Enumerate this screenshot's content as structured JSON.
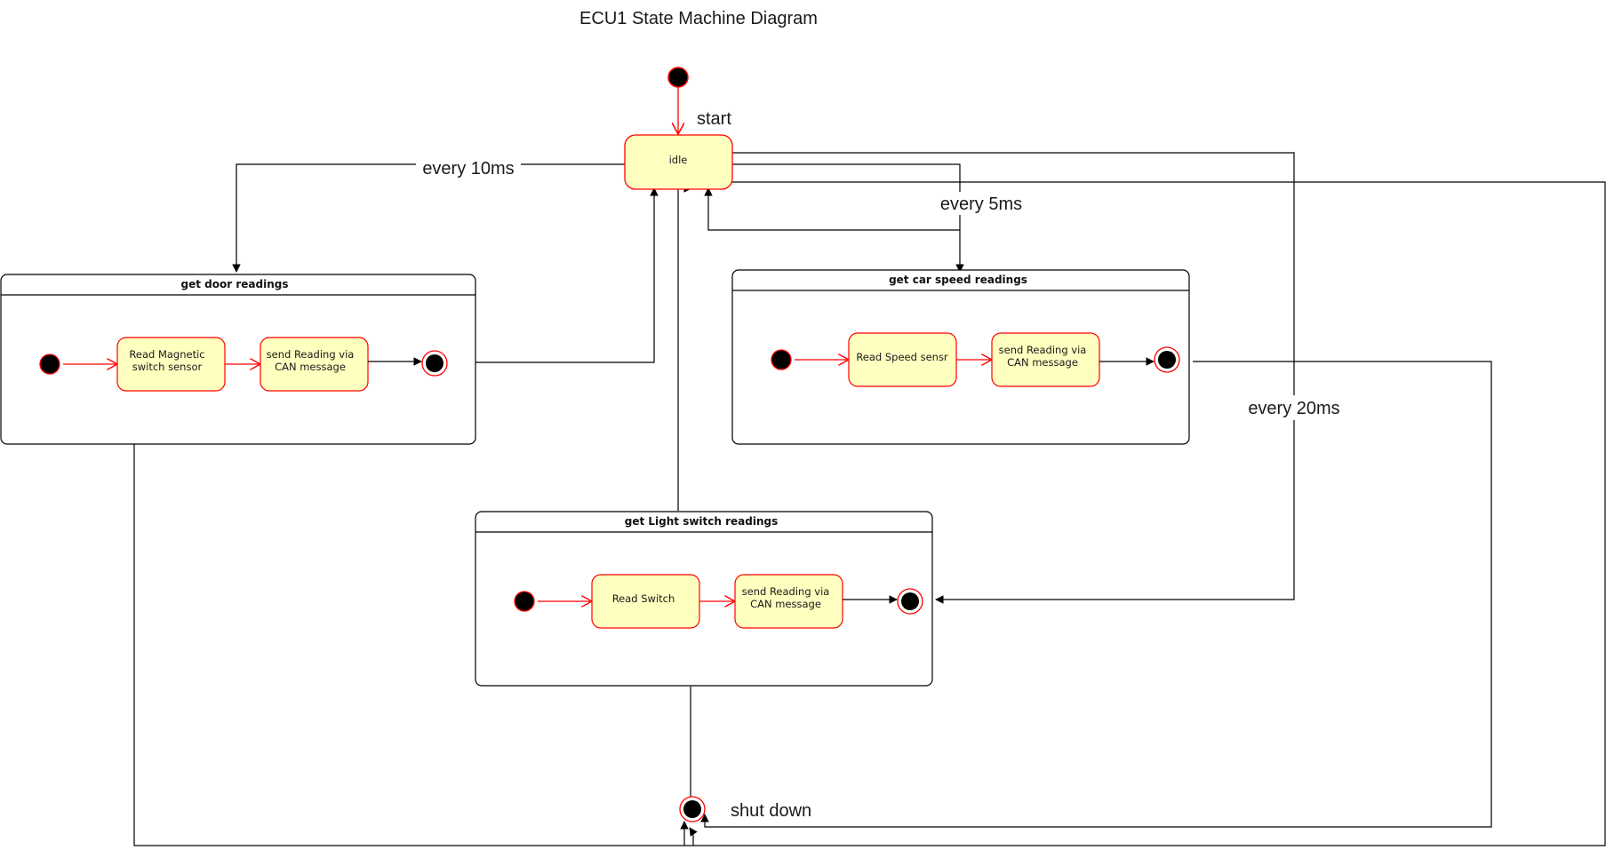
{
  "title": "ECU1 State Machine Diagram",
  "labels": {
    "start": "start",
    "every_10ms": "every 10ms",
    "every_5ms": "every 5ms",
    "every_20ms": "every 20ms",
    "shut_down": "shut down"
  },
  "idle": {
    "label": "idle"
  },
  "door": {
    "title": "get door readings",
    "read": [
      "Read Magnetic",
      "switch sensor"
    ],
    "send": [
      "send Reading via",
      "CAN message"
    ]
  },
  "speed": {
    "title": "get car speed readings",
    "read": [
      "Read Speed sensr"
    ],
    "send": [
      "send Reading via",
      "CAN message"
    ]
  },
  "light": {
    "title": "get Light switch readings",
    "read": [
      "Read Switch"
    ],
    "send": [
      "send Reading via",
      "CAN message"
    ]
  },
  "colors": {
    "state_fill": "#ffffc0",
    "state_stroke": "#ff0000",
    "transition_red": "#ff0000",
    "line_black": "#000000"
  }
}
